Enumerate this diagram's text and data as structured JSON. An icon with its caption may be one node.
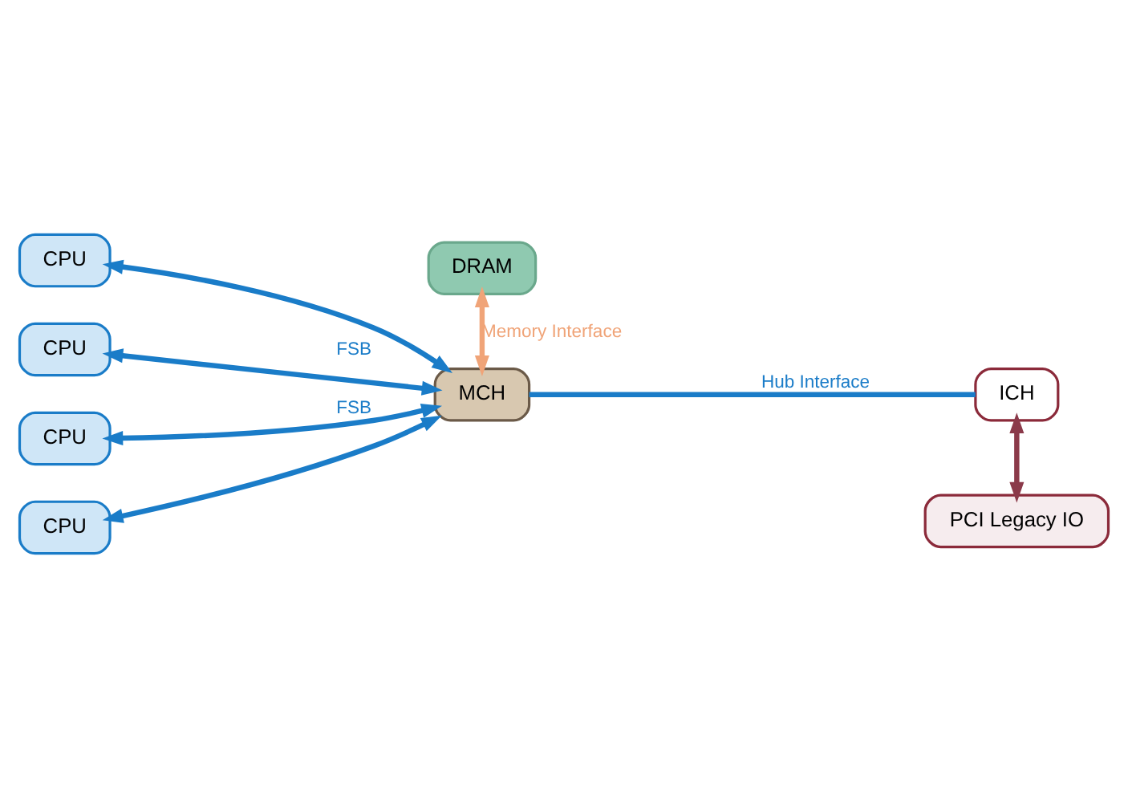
{
  "diagram": {
    "nodes": [
      {
        "text": [
          "CPU"
        ]
      },
      {
        "text": [
          "CPU"
        ]
      },
      {
        "text": [
          "CPU"
        ]
      },
      {
        "text": [
          "CPU"
        ]
      },
      {
        "text": [
          "DRAM"
        ]
      },
      {
        "text": [
          "MCH"
        ]
      },
      {
        "text": [
          "ICH"
        ]
      },
      {
        "text": [
          "PCI Legacy IO"
        ]
      }
    ],
    "edges": [
      {
        "from": 0,
        "to": 5,
        "arrow": "both",
        "color": "#1a7cc8"
      },
      {
        "from": 1,
        "to": 5,
        "arrow": "both",
        "label": "FSB",
        "color": "#1a7cc8"
      },
      {
        "from": 2,
        "to": 5,
        "arrow": "both",
        "label": "FSB",
        "color": "#1a7cc8"
      },
      {
        "from": 3,
        "to": 5,
        "arrow": "both",
        "color": "#1a7cc8"
      },
      {
        "from": 4,
        "to": 5,
        "arrow": "both",
        "label": "Memory Interface",
        "color": "#f0a478"
      },
      {
        "from": 5,
        "to": 6,
        "arrow": "none",
        "label": "Hub Interface",
        "color": "#1a7cc8"
      },
      {
        "from": 6,
        "to": 7,
        "arrow": "both",
        "color": "#8b3a4a"
      }
    ]
  }
}
